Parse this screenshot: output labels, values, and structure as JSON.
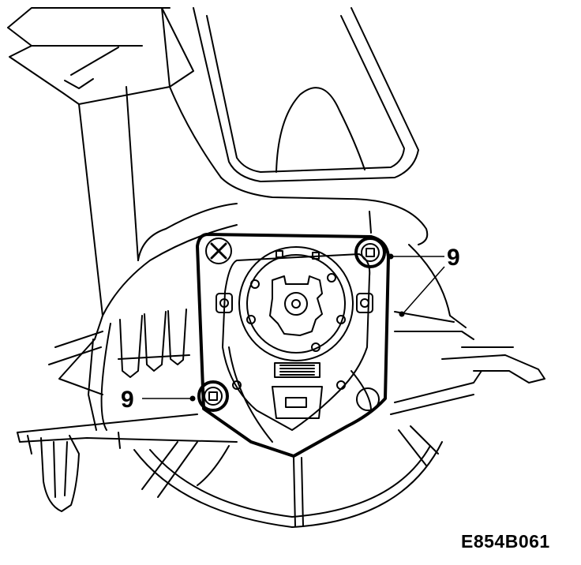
{
  "callouts": [
    {
      "id": "upper-right",
      "label": "9"
    },
    {
      "id": "lower-left",
      "label": "9"
    }
  ],
  "figure_code": "E854B061",
  "colors": {
    "line": "#000000",
    "background": "#ffffff"
  }
}
